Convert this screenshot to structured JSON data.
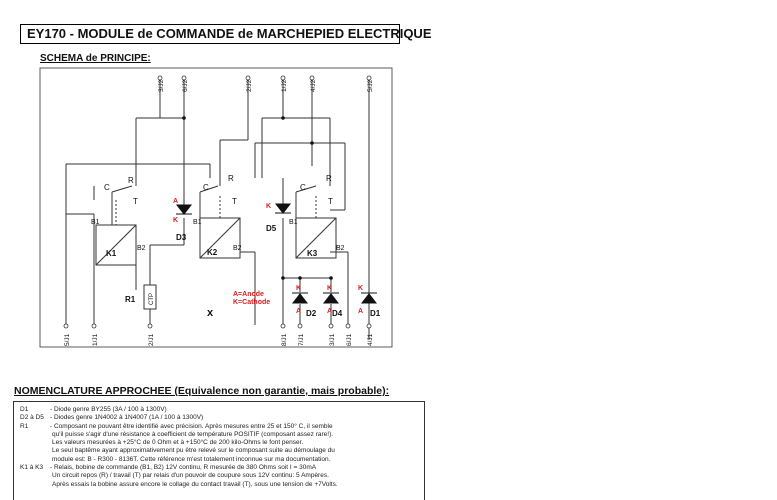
{
  "title": "EY170 - MODULE de COMMANDE de MARCHEPIED ELECTRIQUE",
  "schema_heading": "SCHEMA de PRINCIPE:",
  "terminals_top": [
    "3/J2",
    "6/J2",
    "2/J2",
    "1/J2",
    "4/J2",
    "5/J2"
  ],
  "terminals_bottom": [
    "5/J1",
    "1/J1",
    "2/J1",
    "8/J1",
    "7/J1",
    "3/J1",
    "6/J1",
    "4/J1"
  ],
  "relay_names": [
    "K1",
    "K2",
    "K3"
  ],
  "relay_labels": {
    "common": "C",
    "rest": "R",
    "work": "T",
    "coil1": "B1",
    "coil2": "B2"
  },
  "resistor": {
    "name": "R1",
    "body": "CTP"
  },
  "diodes": [
    "D3",
    "D5",
    "D2",
    "D4",
    "D1"
  ],
  "anode": "A",
  "cathode": "K",
  "legend": [
    "A=Anode",
    "K=Cathode"
  ],
  "cross_mark": "x",
  "nomenclature_heading": "NOMENCLATURE APPROCHEE (Equivalence non garantie, mais probable):",
  "nomenclature": [
    {
      "code": "D1",
      "text": "- Diode genre BY255 (3A / 100 à 1300V)"
    },
    {
      "code": "D2 à D5",
      "text": "- Diodes genre 1N4002 à 1N4007 (1A / 100 à 1300V)"
    },
    {
      "code": "R1",
      "text": "- Composant ne pouvant être identifié avec précision. Après mesures entre 25 et 150° C, il semble"
    },
    {
      "code": "",
      "text": "qu'il puisse s'agir d'une résistance à coefficient de température POSITIF (composant assez rare!)."
    },
    {
      "code": "",
      "text": "Les valeurs mesurées à +25°C de 0 Ohm et à +150°C de 200 kilo-Ohms le font penser."
    },
    {
      "code": "",
      "text": "Le seul baptême ayant approximativement pu être relevé sur le composant suite au démoulage du"
    },
    {
      "code": "",
      "text": "module est: B - R300 - 8136T. Cette référence m'est totalement inconnue sur ma documentation."
    },
    {
      "code": "K1 à K3",
      "text": "- Relais, bobine de commande (B1, B2) 12V continu, R mesurée de 380 Ohms soit I = 30mA"
    },
    {
      "code": "",
      "text": "Un circuit repos (R) / travail (T) par relais d'un pouvoir de coupure sous 12V continu: 5 Ampères."
    },
    {
      "code": "",
      "text": "Après essais la bobine assure encore le collage du contact travail (T), sous une tension de +7Volts."
    }
  ],
  "colors": {
    "marker_red": "#d81e1e",
    "line": "#333333"
  }
}
